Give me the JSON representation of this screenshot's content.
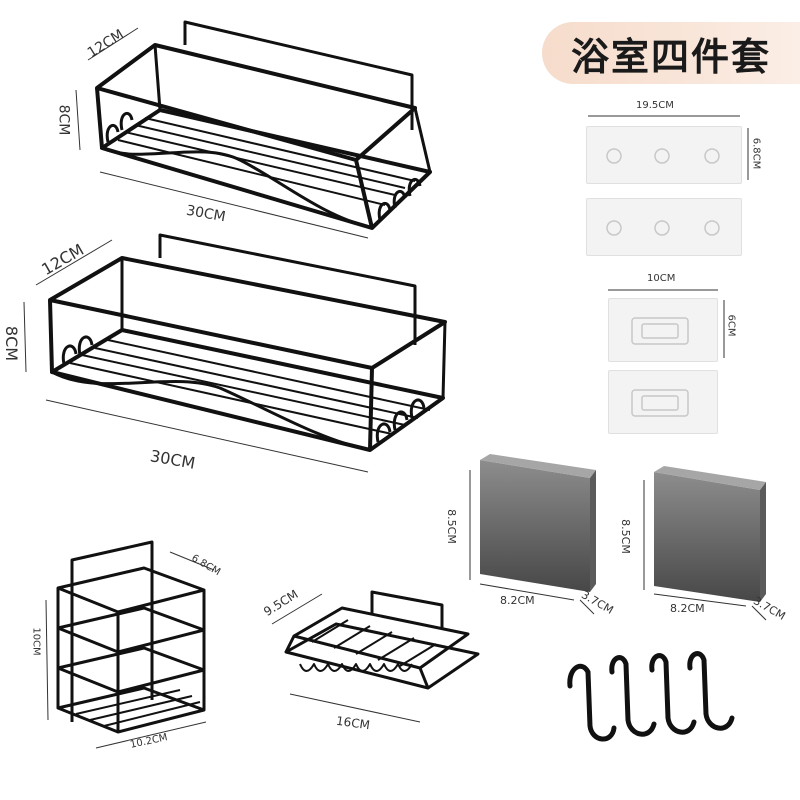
{
  "title": "浴室四件套",
  "shelf_top": {
    "depth": "12CM",
    "height": "8CM",
    "length": "30CM"
  },
  "shelf_mid": {
    "depth": "12CM",
    "height": "8CM",
    "length": "30CM"
  },
  "pad_large": {
    "width": "19.5CM",
    "height": "6.8CM"
  },
  "pad_small": {
    "width": "10CM",
    "height": "6CM"
  },
  "cup_left": {
    "height": "8.5CM",
    "width": "8.2CM",
    "depth": "3.7CM"
  },
  "cup_right": {
    "height": "8.5CM",
    "width": "8.2CM",
    "depth": "3.7CM"
  },
  "basket": {
    "height": "10CM",
    "depth": "6.8CM",
    "width": "10.2CM"
  },
  "soap_dish": {
    "depth": "9.5CM",
    "length": "16CM"
  },
  "colors": {
    "metal": "#111111",
    "badge": "#f6dccb",
    "cup": "#6b6b6b"
  }
}
